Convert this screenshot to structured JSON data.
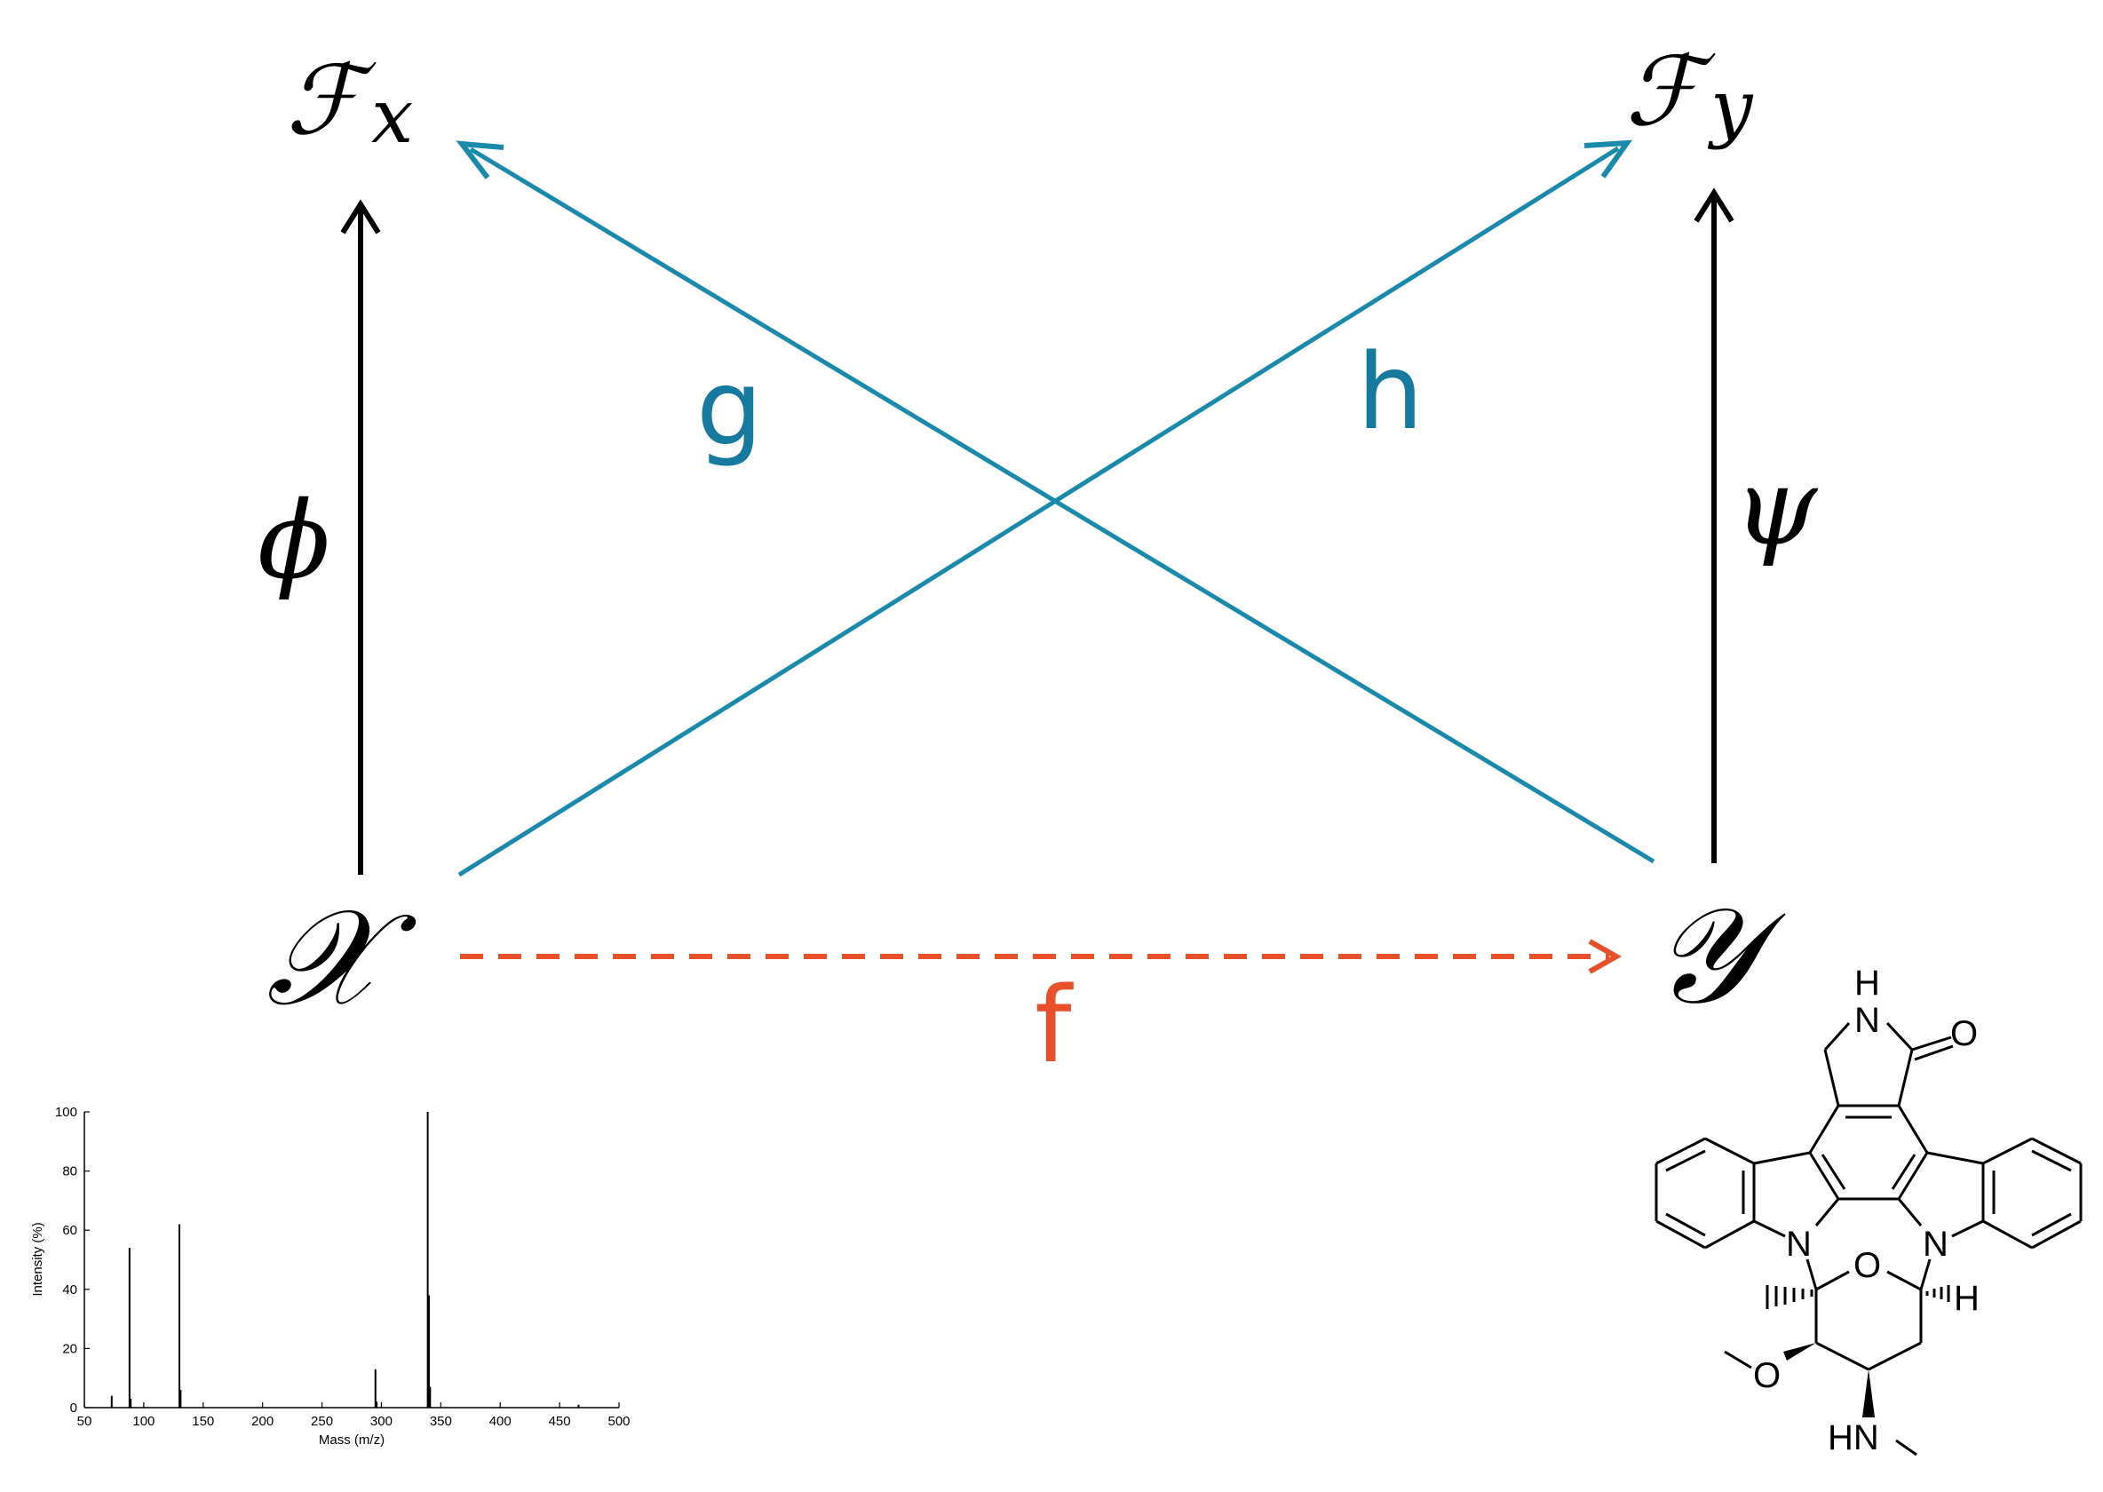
{
  "colors": {
    "black": "#000000",
    "teal": "#1a8aab",
    "teal_label": "#16799e",
    "orange": "#e8502a"
  },
  "diagram": {
    "nodes": {
      "fx_letter": "ℱ",
      "fx_sub": "x",
      "fy_letter": "ℱ",
      "fy_sub": "y",
      "x": "𝒳",
      "y": "𝒴"
    },
    "edges": {
      "phi": "ϕ",
      "psi": "ψ",
      "g": "g",
      "h": "h",
      "f": "f"
    }
  },
  "spectrum": {
    "chart_data": {
      "type": "bar",
      "xlabel": "Mass (m/z)",
      "ylabel": "Intensity (%)",
      "xlim": [
        50,
        500
      ],
      "ylim": [
        0,
        100
      ],
      "xticks": [
        50,
        100,
        150,
        200,
        250,
        300,
        350,
        400,
        450,
        500
      ],
      "yticks": [
        0,
        20,
        40,
        60,
        80,
        100
      ],
      "peaks": [
        {
          "x": 73,
          "y": 4
        },
        {
          "x": 88,
          "y": 54
        },
        {
          "x": 89,
          "y": 3
        },
        {
          "x": 130,
          "y": 62
        },
        {
          "x": 131,
          "y": 6
        },
        {
          "x": 295,
          "y": 13
        },
        {
          "x": 296,
          "y": 2
        },
        {
          "x": 339,
          "y": 100
        },
        {
          "x": 340,
          "y": 38
        },
        {
          "x": 341,
          "y": 7
        },
        {
          "x": 466,
          "y": 1
        }
      ]
    }
  },
  "molecule": {
    "labels": {
      "nh_top_h": "H",
      "nh_top_n": "N",
      "carbonyl_o": "O",
      "n_left": "N",
      "n_right": "N",
      "ring_o": "O",
      "h_right": "H",
      "ome_o": "O",
      "hn": "HN"
    }
  }
}
